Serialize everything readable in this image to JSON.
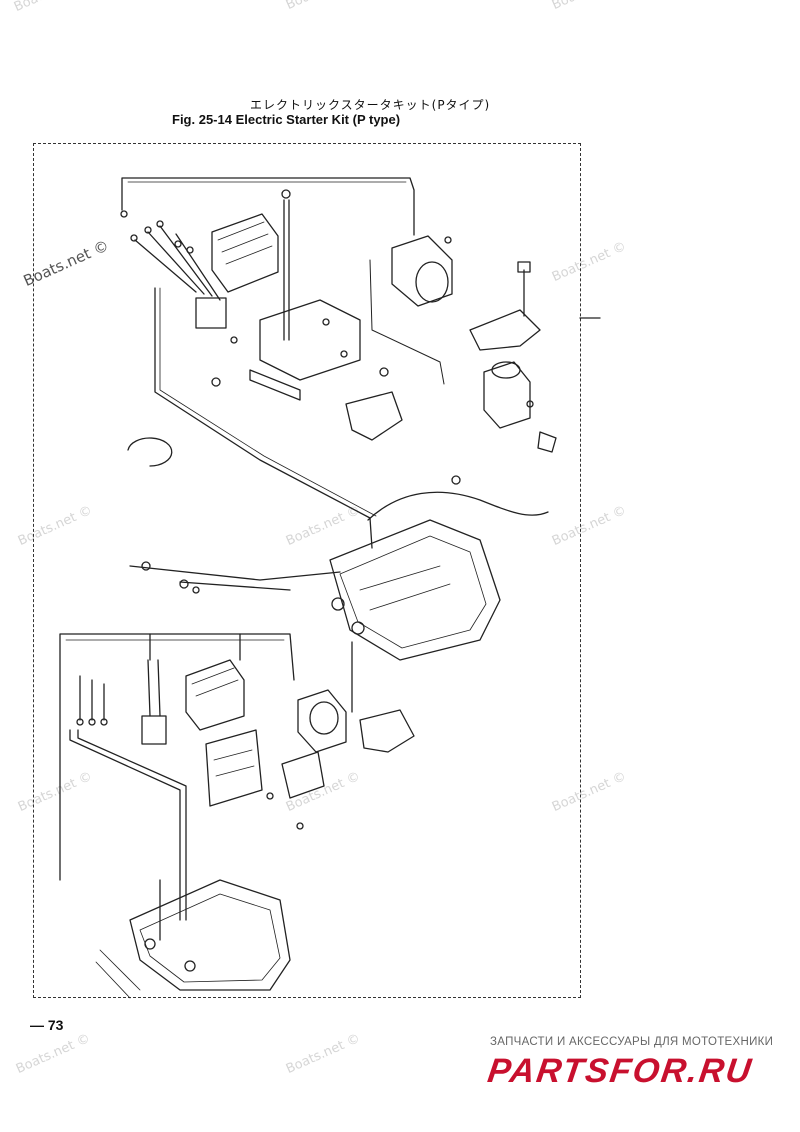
{
  "title": {
    "japanese": "エレクトリックスタータキット(Pタイプ)",
    "english": "Fig. 25-14   Electric Starter Kit (P type)"
  },
  "page_number": "73",
  "watermarks": [
    {
      "text": "Boats.net ©"
    },
    {
      "text": "Boats.net ©"
    },
    {
      "text": "Boats.net ©"
    },
    {
      "text": "Boats.net ©"
    },
    {
      "text": "Boats.net ©"
    },
    {
      "text": "Boats.net ©"
    },
    {
      "text": "Boats.net ©"
    },
    {
      "text": "Boats.net ©"
    },
    {
      "text": "Boats.net ©"
    },
    {
      "text": "Boats.net ©"
    },
    {
      "text": "Boats.net ©"
    },
    {
      "text": "Boats.net ©"
    },
    {
      "text": "Boats.net ©"
    }
  ],
  "footer": {
    "tagline": "ЗАПЧАСТИ И АКСЕССУАРЫ ДЛЯ МОТОТЕХНИКИ",
    "logo": "PARTSFOR.RU"
  },
  "colors": {
    "logo": "#c8102e",
    "line_art": "#222222",
    "watermark": "#d6d6d6"
  }
}
